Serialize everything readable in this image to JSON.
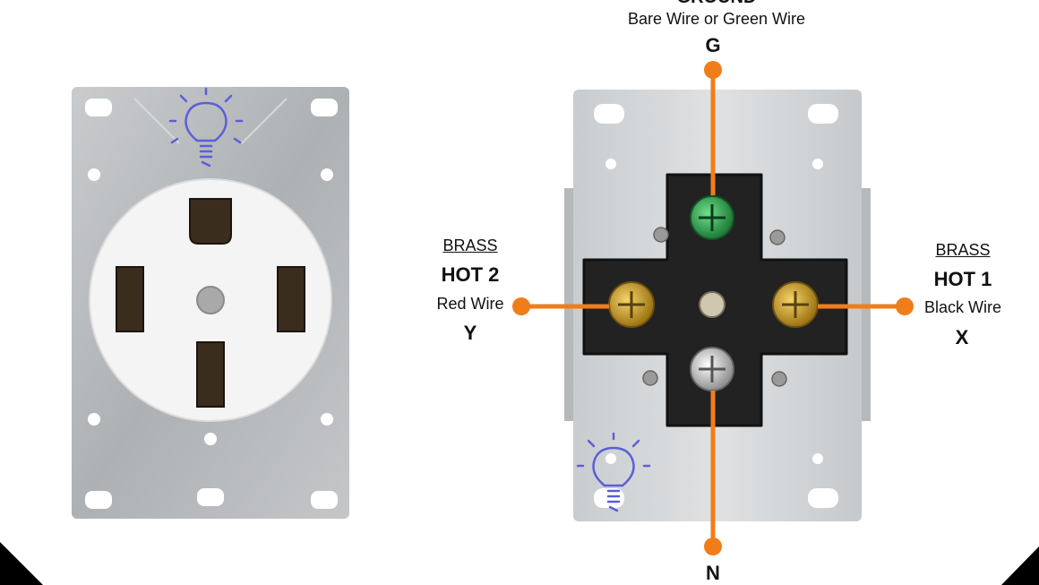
{
  "ground": {
    "title_partial": "GROUND",
    "wire": "Bare Wire or Green Wire",
    "letter": "G"
  },
  "hot2": {
    "material": "BRASS",
    "name": "HOT 2",
    "wire": "Red Wire",
    "letter": "Y"
  },
  "hot1": {
    "material": "BRASS",
    "name": "HOT 1",
    "wire": "Black Wire",
    "letter": "X"
  },
  "neutral": {
    "letter": "N"
  },
  "colors": {
    "accent": "#f07d1a",
    "plate": "#b9bcbf",
    "face": "#f4f4f4",
    "block": "#222222",
    "ground_screw": "#2f9a48",
    "brass": "#c9a227",
    "silver": "#c8c8c8",
    "bulb": "#5b5fd6"
  },
  "icons": [
    "lightbulb-icon",
    "lightbulb-icon"
  ]
}
